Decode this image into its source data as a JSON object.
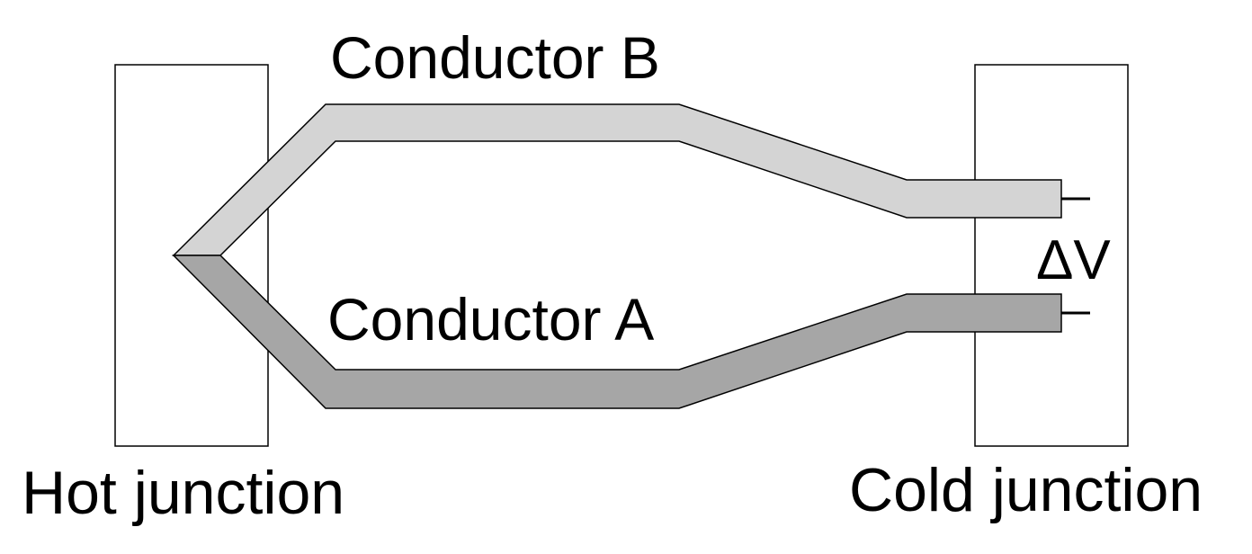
{
  "labels": {
    "conductor_b": "Conductor B",
    "conductor_a": "Conductor A",
    "hot_junction": "Hot junction",
    "cold_junction": "Cold junction",
    "voltage": "ΔV"
  },
  "colors": {
    "conductor_b_fill": "#d4d4d4",
    "conductor_a_fill": "#a6a6a6",
    "stroke": "#000000",
    "background": "#ffffff"
  }
}
